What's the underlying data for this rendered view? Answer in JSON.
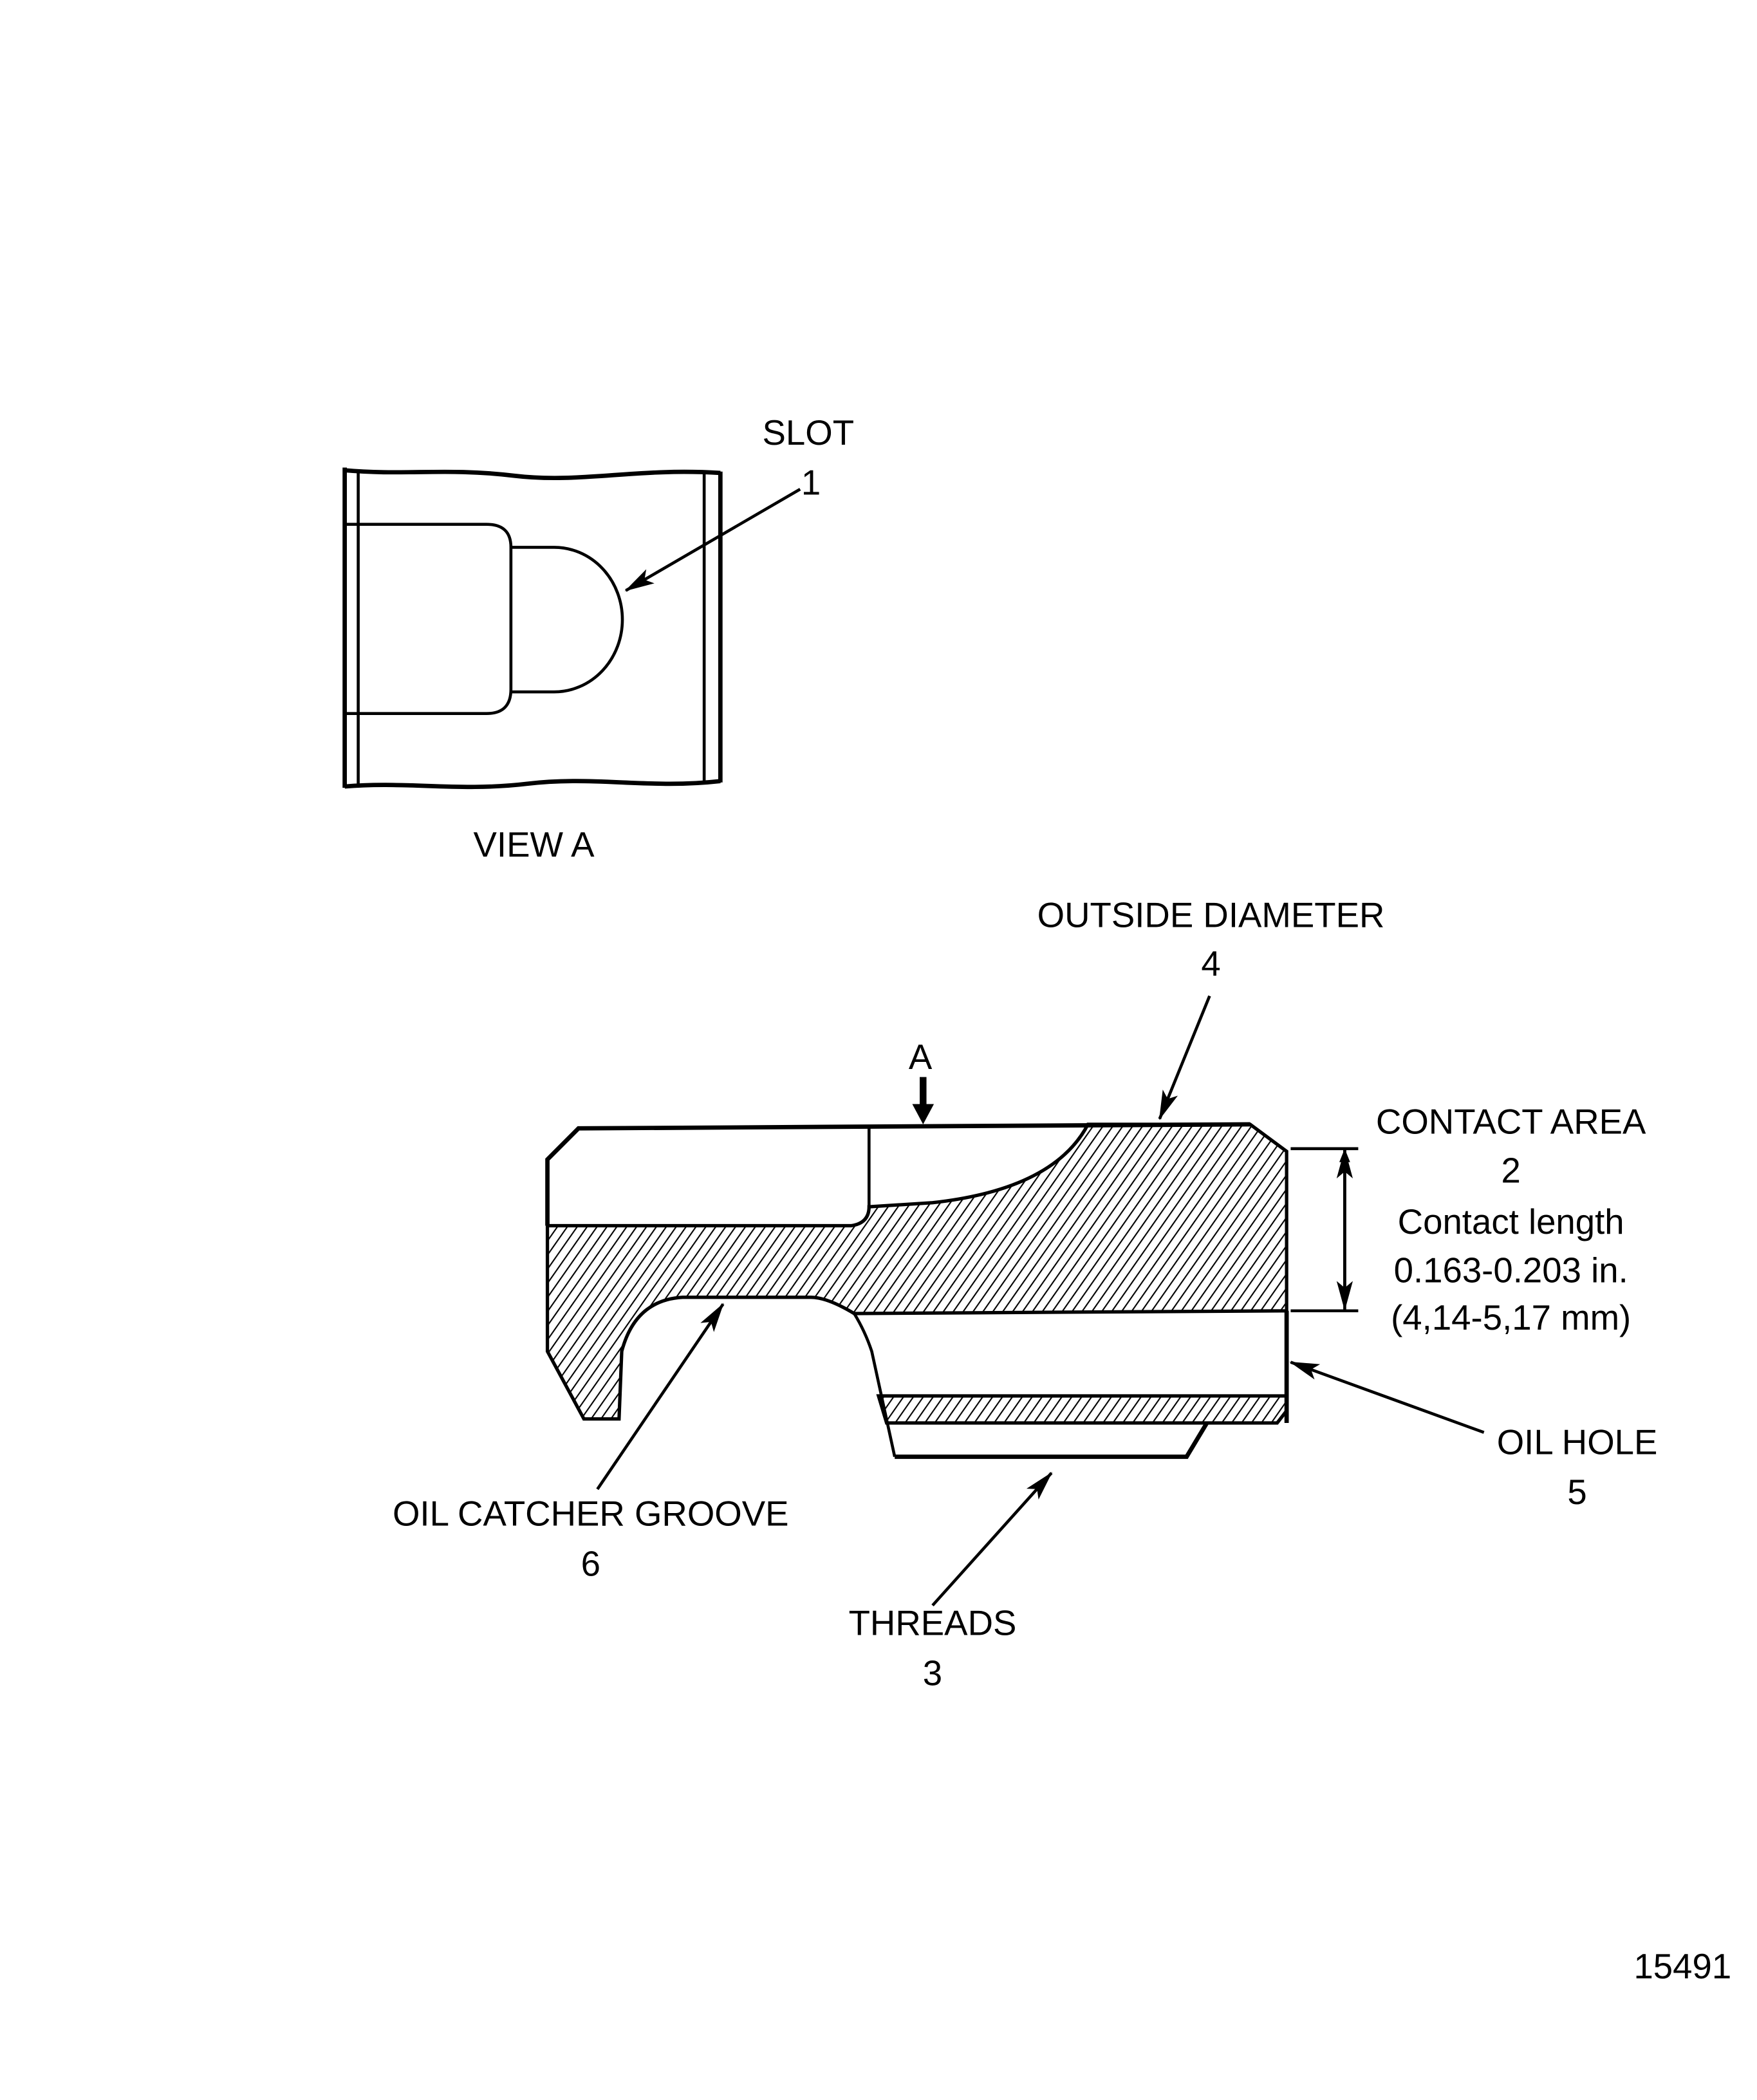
{
  "view_a": {
    "title": "VIEW A",
    "slot_label": "SLOT",
    "slot_number": "1"
  },
  "section": {
    "view_marker": "A",
    "outside_diameter_label": "OUTSIDE DIAMETER",
    "outside_diameter_number": "4",
    "contact_area_label": "CONTACT AREA",
    "contact_area_number": "2",
    "contact_length_label": "Contact length",
    "contact_length_in": "0.163-0.203 in.",
    "contact_length_mm": "(4,14-5,17 mm)",
    "oil_hole_label": "OIL HOLE",
    "oil_hole_number": "5",
    "threads_label": "THREADS",
    "threads_number": "3",
    "groove_label": "OIL CATCHER GROOVE",
    "groove_number": "6"
  },
  "figure_number": "15491"
}
